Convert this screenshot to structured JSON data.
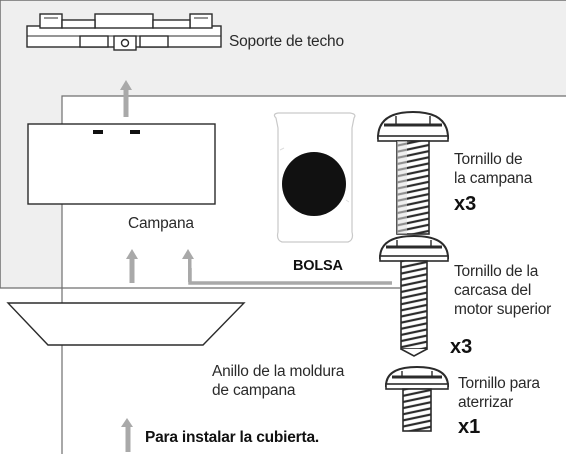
{
  "colors": {
    "ceiling_area": "#efefef",
    "frame_line": "#6f6f6f",
    "arrow": "#a9a9a9",
    "part_fill": "#ffffff",
    "part_stroke": "#2b2b2b",
    "bag_dot": "#111111",
    "screw_shade": "#e2e2e2"
  },
  "icons": {
    "bracket": "ceiling-bracket-icon",
    "canopy": "canopy-icon",
    "bag": "hardware-bag-icon",
    "trim_ring": "canopy-trim-ring-icon",
    "screw": "screw-icon",
    "arrow": "up-arrow-icon"
  },
  "labels": {
    "ceiling_bracket": "Soporte de techo",
    "canopy": "Campana",
    "bag": "BOLSA",
    "trim_ring": "Anillo de la moldura\nde campana",
    "canopy_screw": "Tornillo de\nla campana",
    "canopy_screw_qty": "x3",
    "motor_screw": "Tornillo de la\ncarcasa del\nmotor superior",
    "motor_screw_qty": "x3",
    "ground_screw": "Tornillo para\naterrizar",
    "ground_screw_qty": "x1",
    "legend": "Para instalar la cubierta."
  }
}
